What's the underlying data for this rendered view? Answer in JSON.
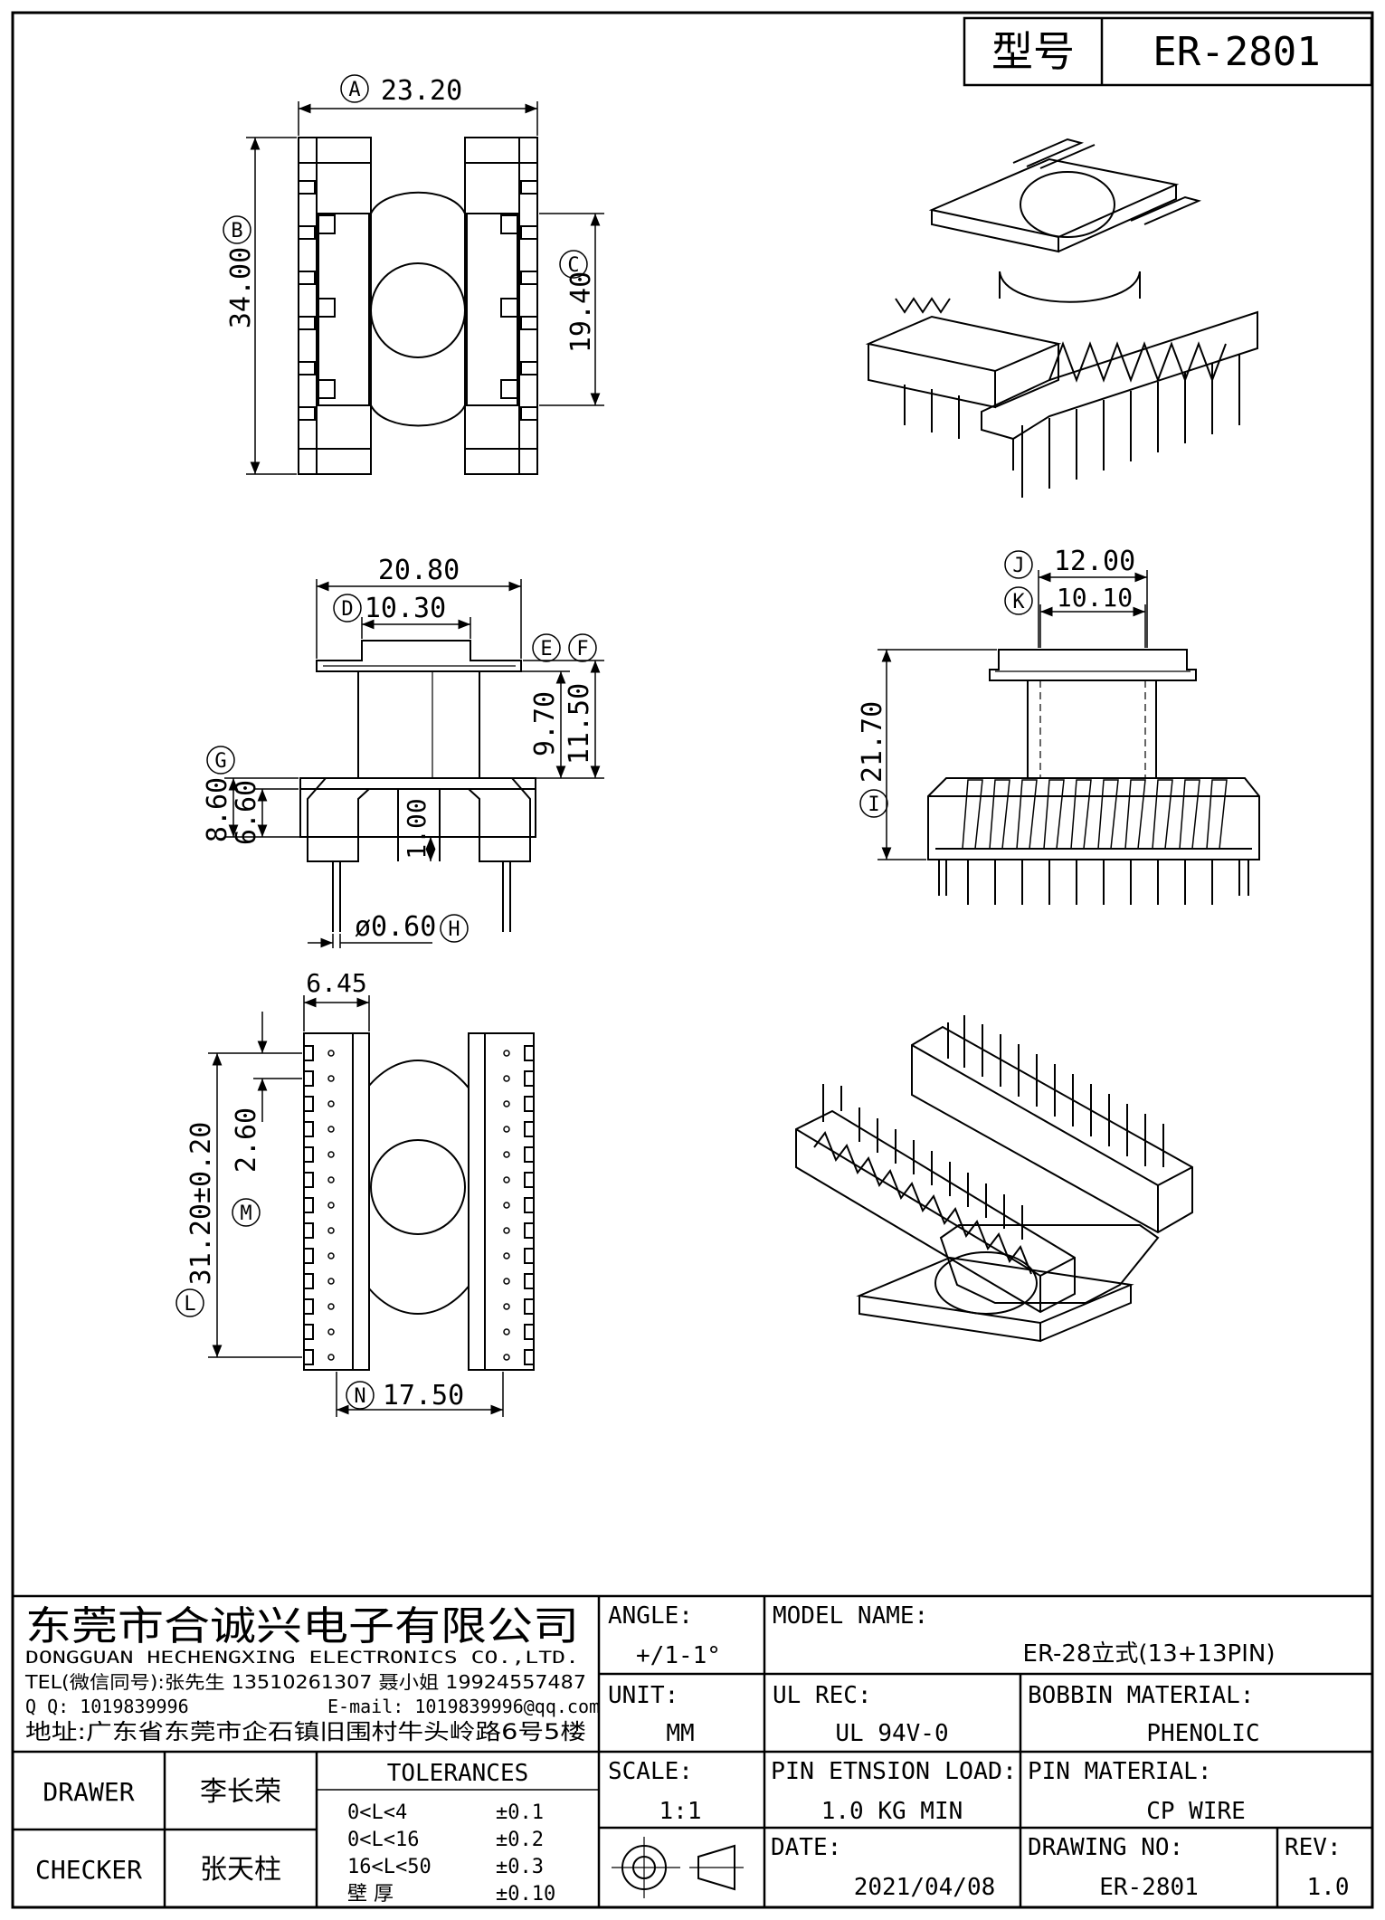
{
  "header": {
    "type_label": "型号",
    "model": "ER-2801"
  },
  "dimensions": {
    "top_view": {
      "A": "23.20",
      "B": "34.00",
      "C": "19.40"
    },
    "side_view": {
      "width_total": "20.80",
      "D": "10.30",
      "E": "9.70",
      "F": "11.50",
      "G1": "8.60",
      "G2": "6.60",
      "pin_height": "1.00",
      "H": "ø0.60"
    },
    "front_view": {
      "J": "12.00",
      "K": "10.10",
      "I": "21.70"
    },
    "bottom_view": {
      "pin_row_width": "6.45",
      "L": "31.20±0.20",
      "M": "2.60",
      "N": "17.50"
    },
    "letters": [
      "A",
      "B",
      "C",
      "D",
      "E",
      "F",
      "G",
      "H",
      "I",
      "J",
      "K",
      "L",
      "M",
      "N"
    ]
  },
  "company": {
    "name_cn": "东莞市合诚兴电子有限公司",
    "name_en": "DONGGUAN HECHENGXING ELECTRONICS CO.,LTD.",
    "tel": "TEL(微信同号):张先生 13510261307 聂小姐 19924557487",
    "qq": "Q Q: 1019839996",
    "email": "E-mail: 1019839996@qq.com",
    "address": "地址:广东省东莞市企石镇旧围村牛头岭路6号5楼"
  },
  "title_block": {
    "angle_label": "ANGLE:",
    "angle_value": "+/1-1°",
    "model_name_label": "MODEL NAME:",
    "model_name_value": "ER-28立式(13+13PIN)",
    "unit_label": "UNIT:",
    "unit_value": "MM",
    "ul_rec_label": "UL REC:",
    "ul_rec_value": "UL 94V-0",
    "bobbin_material_label": "BOBBIN MATERIAL:",
    "bobbin_material_value": "PHENOLIC",
    "scale_label": "SCALE:",
    "scale_value": "1:1",
    "pin_tension_label": "PIN ETNSION LOAD:",
    "pin_tension_value": "1.0 KG MIN",
    "pin_material_label": "PIN MATERIAL:",
    "pin_material_value": "CP WIRE",
    "date_label": "DATE:",
    "date_value": "2021/04/08",
    "drawing_no_label": "DRAWING NO:",
    "drawing_no_value": "ER-2801",
    "rev_label": "REV:",
    "rev_value": "1.0",
    "drawer_label": "DRAWER",
    "drawer_value": "李长荣",
    "checker_label": "CHECKER",
    "checker_value": "张天柱",
    "tolerances_label": "TOLERANCES",
    "tolerances": [
      {
        "range": "0<L<4",
        "value": "±0.1"
      },
      {
        "range": "0<L<16",
        "value": "±0.2"
      },
      {
        "range": "16<L<50",
        "value": "±0.3"
      },
      {
        "range": "壁    厚",
        "value": "±0.10"
      }
    ]
  }
}
